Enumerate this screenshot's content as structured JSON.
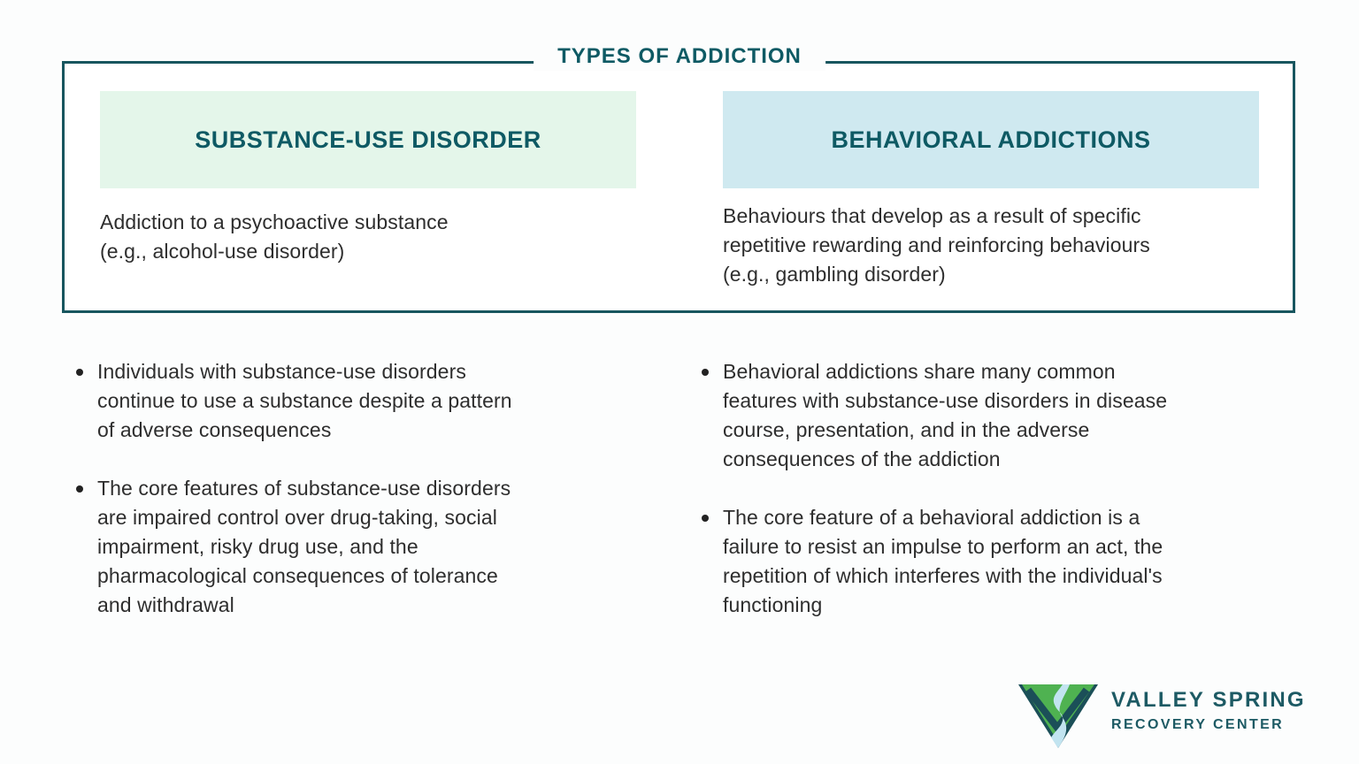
{
  "title": "TYPES OF ADDICTION",
  "columns": [
    {
      "header": "SUBSTANCE-USE DISORDER",
      "description_lines": [
        "Addiction to a psychoactive substance",
        "(e.g., alcohol-use disorder)"
      ],
      "bullets": [
        {
          "lines": [
            "Individuals with substance-use disorders",
            "continue to use a substance despite a pattern",
            "of adverse consequences"
          ]
        },
        {
          "lines": [
            "The core features of substance-use disorders",
            "are impaired control over drug-taking, social",
            "impairment, risky drug use, and the",
            "pharmacological consequences of tolerance",
            "and withdrawal"
          ]
        }
      ]
    },
    {
      "header": "BEHAVIORAL ADDICTIONS",
      "description_lines": [
        "Behaviours that develop as a result of specific",
        "repetitive rewarding and reinforcing behaviours",
        "(e.g., gambling disorder)"
      ],
      "bullets": [
        {
          "lines": [
            "Behavioral addictions share many common",
            "features with substance-use disorders in disease",
            "course, presentation, and in the adverse",
            "consequences of the addiction"
          ]
        },
        {
          "lines": [
            "The core feature of a behavioral addiction is a",
            "failure to resist an impulse to perform an act, the",
            "repetition of which interferes with the individual's",
            "functioning"
          ]
        }
      ]
    }
  ],
  "logo": {
    "brand": "VALLEY SPRING",
    "tagline": "RECOVERY CENTER"
  },
  "icons": {
    "bullet_icon": "•",
    "logo_mark": "valley-triangle-with-river"
  },
  "colors": {
    "teal_accent": "#18565f",
    "heading_text": "#0e5a64",
    "green_header_bg": "#e4f6ea",
    "blue_header_bg": "#cfe9f0",
    "body_text": "#2e2e2e",
    "logo_green": "#4fb251",
    "logo_teal": "#1b4f58",
    "logo_river": "#c2e4f0"
  }
}
